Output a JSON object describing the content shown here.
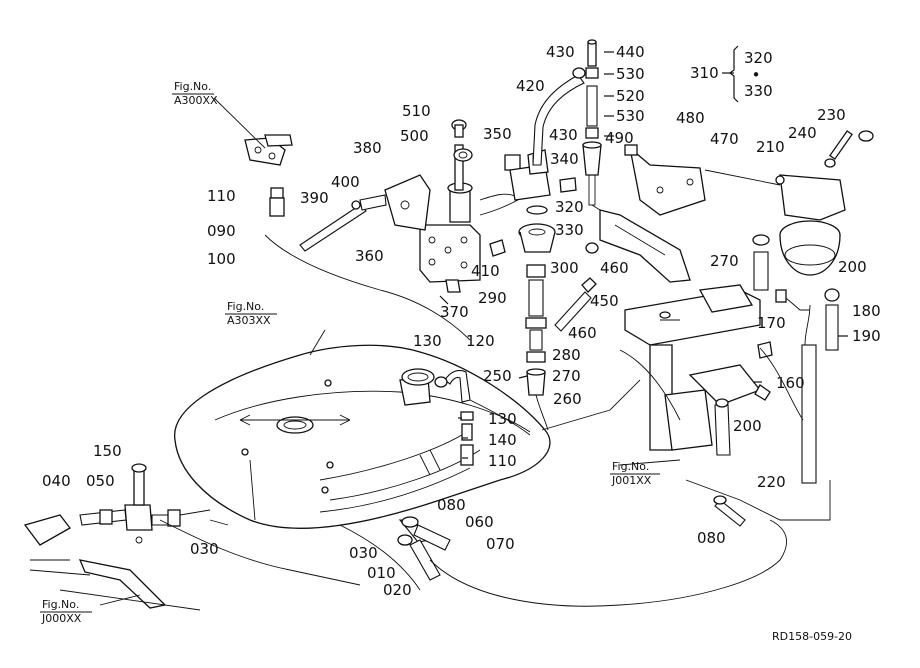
{
  "figure_refs": [
    {
      "id": "a300",
      "label": "Fig.No.",
      "code": "A300XX"
    },
    {
      "id": "a303",
      "label": "Fig.No.",
      "code": "A303XX"
    },
    {
      "id": "j001",
      "label": "Fig.No.",
      "code": "J001XX"
    },
    {
      "id": "j000",
      "label": "Fig.No.",
      "code": "J000XX"
    }
  ],
  "part_numbers": [
    "430",
    "440",
    "530",
    "520",
    "530",
    "490",
    "310",
    "320",
    "330",
    "420",
    "430",
    "480",
    "470",
    "230",
    "240",
    "210",
    "510",
    "500",
    "350",
    "340",
    "320",
    "330",
    "380",
    "400",
    "390",
    "360",
    "410",
    "370",
    "110",
    "090",
    "100",
    "300",
    "290",
    "460",
    "450",
    "460",
    "280",
    "270",
    "250",
    "260",
    "270",
    "200",
    "180",
    "190",
    "170",
    "160",
    "200",
    "220",
    "130",
    "120",
    "130",
    "140",
    "110",
    "150",
    "040",
    "050",
    "030",
    "080",
    "060",
    "070",
    "030",
    "010",
    "020",
    "080"
  ],
  "drawing_code": "RD158-059-20",
  "separator_dot": "•"
}
